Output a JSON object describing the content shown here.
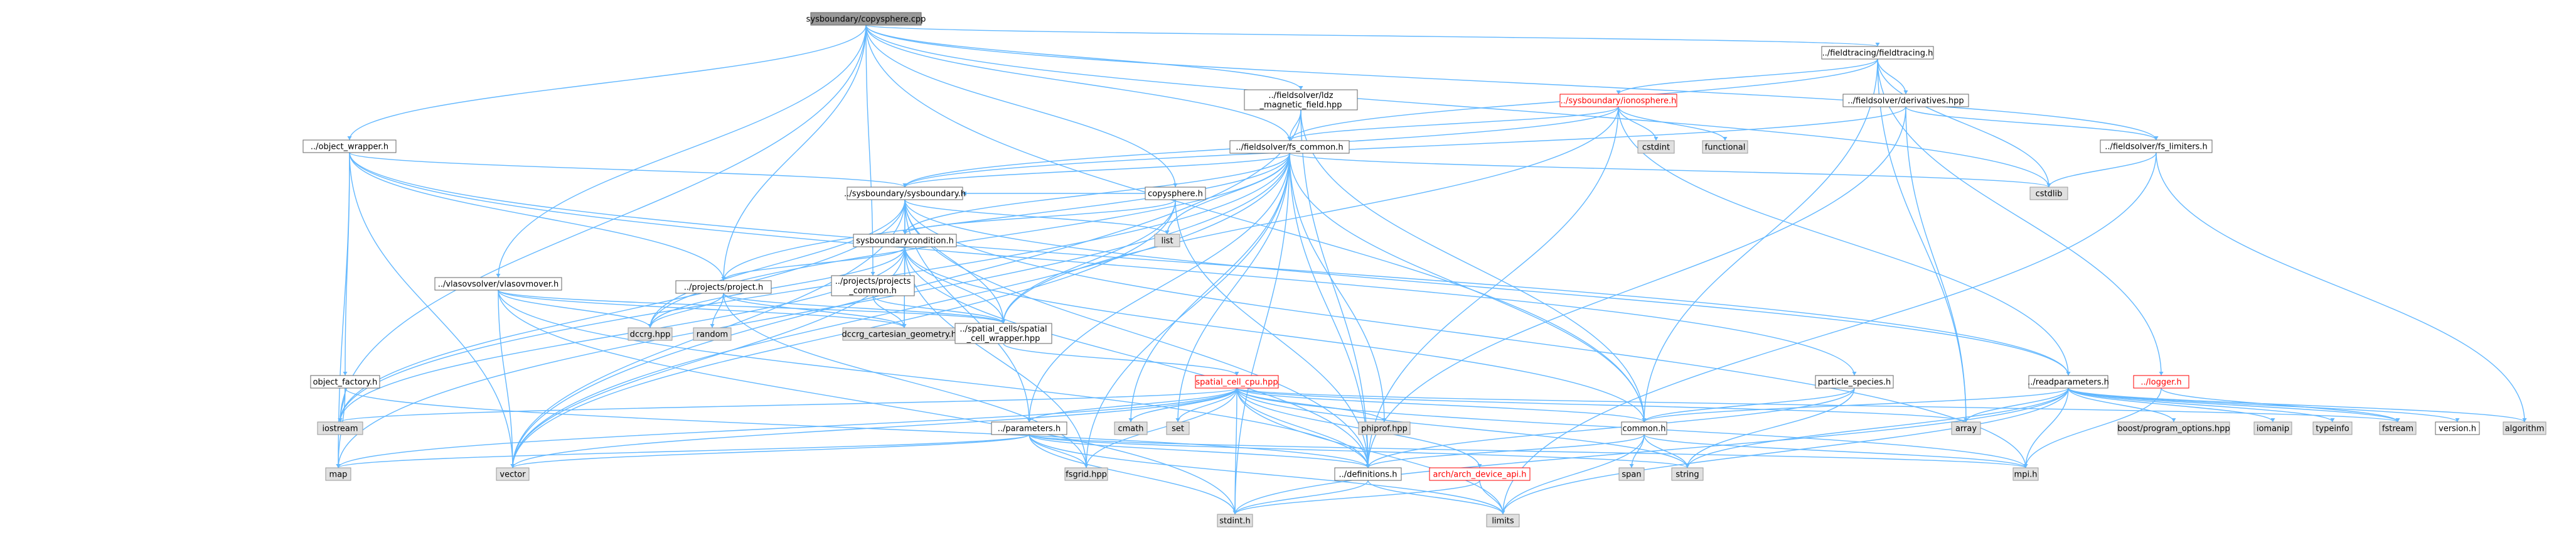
{
  "colors": {
    "edge": "#63b8ff",
    "root_fill": "#999999",
    "system_fill": "#e0e0e0",
    "file_fill": "#ffffff",
    "incomplete_border": "#ff0000"
  },
  "nodes": [
    {
      "id": "root",
      "lines": [
        "sysboundary/copysphere.cpp"
      ],
      "kind": "root"
    },
    {
      "id": "fieldtracing",
      "lines": [
        "../fieldtracing/fieldtracing.h"
      ],
      "kind": "file"
    },
    {
      "id": "ionosphere",
      "lines": [
        "../sysboundary/ionosphere.h"
      ],
      "kind": "red"
    },
    {
      "id": "derivatives",
      "lines": [
        "../fieldsolver/derivatives.hpp"
      ],
      "kind": "file"
    },
    {
      "id": "ldz",
      "lines": [
        "../fieldsolver/ldz",
        "_magnetic_field.hpp"
      ],
      "kind": "file"
    },
    {
      "id": "fs_common",
      "lines": [
        "../fieldsolver/fs_common.h"
      ],
      "kind": "file"
    },
    {
      "id": "fs_limiters",
      "lines": [
        "../fieldsolver/fs_limiters.h"
      ],
      "kind": "file"
    },
    {
      "id": "cstdint",
      "lines": [
        "cstdint"
      ],
      "kind": "sys"
    },
    {
      "id": "functional",
      "lines": [
        "functional"
      ],
      "kind": "sys"
    },
    {
      "id": "cstdlib",
      "lines": [
        "cstdlib"
      ],
      "kind": "sys"
    },
    {
      "id": "object_wrapper",
      "lines": [
        "../object_wrapper.h"
      ],
      "kind": "file"
    },
    {
      "id": "sysboundary",
      "lines": [
        "../sysboundary/sysboundary.h"
      ],
      "kind": "file"
    },
    {
      "id": "copysphere",
      "lines": [
        "copysphere.h"
      ],
      "kind": "file"
    },
    {
      "id": "list",
      "lines": [
        "list"
      ],
      "kind": "sys"
    },
    {
      "id": "sysboundarycondition",
      "lines": [
        "sysboundarycondition.h"
      ],
      "kind": "file"
    },
    {
      "id": "vlasovmover",
      "lines": [
        "../vlasovsolver/vlasovmover.h"
      ],
      "kind": "file"
    },
    {
      "id": "project",
      "lines": [
        "../projects/project.h"
      ],
      "kind": "file"
    },
    {
      "id": "projects_common",
      "lines": [
        "../projects/projects",
        "_common.h"
      ],
      "kind": "file"
    },
    {
      "id": "dccrg",
      "lines": [
        "dccrg.hpp"
      ],
      "kind": "sys"
    },
    {
      "id": "random",
      "lines": [
        "random"
      ],
      "kind": "sys"
    },
    {
      "id": "dccrg_cart",
      "lines": [
        "dccrg_cartesian_geometry.hpp"
      ],
      "kind": "sys"
    },
    {
      "id": "spatial_wrapper",
      "lines": [
        "../spatial_cells/spatial",
        "_cell_wrapper.hpp"
      ],
      "kind": "file"
    },
    {
      "id": "object_factory",
      "lines": [
        "object_factory.h"
      ],
      "kind": "file"
    },
    {
      "id": "iostream",
      "lines": [
        "iostream"
      ],
      "kind": "sys"
    },
    {
      "id": "spatial_cell_cpu",
      "lines": [
        "spatial_cell_cpu.hpp"
      ],
      "kind": "red"
    },
    {
      "id": "particle_species",
      "lines": [
        "particle_species.h"
      ],
      "kind": "file"
    },
    {
      "id": "readparameters",
      "lines": [
        "../readparameters.h"
      ],
      "kind": "file"
    },
    {
      "id": "logger",
      "lines": [
        "../logger.h"
      ],
      "kind": "red"
    },
    {
      "id": "parameters",
      "lines": [
        "../parameters.h"
      ],
      "kind": "file"
    },
    {
      "id": "cmath",
      "lines": [
        "cmath"
      ],
      "kind": "sys"
    },
    {
      "id": "set",
      "lines": [
        "set"
      ],
      "kind": "sys"
    },
    {
      "id": "phiprof",
      "lines": [
        "phiprof.hpp"
      ],
      "kind": "sys"
    },
    {
      "id": "common",
      "lines": [
        "common.h"
      ],
      "kind": "file"
    },
    {
      "id": "array",
      "lines": [
        "array"
      ],
      "kind": "sys"
    },
    {
      "id": "boost_po",
      "lines": [
        "boost/program_options.hpp"
      ],
      "kind": "sys"
    },
    {
      "id": "iomanip",
      "lines": [
        "iomanip"
      ],
      "kind": "sys"
    },
    {
      "id": "typeinfo",
      "lines": [
        "typeinfo"
      ],
      "kind": "sys"
    },
    {
      "id": "fstream",
      "lines": [
        "fstream"
      ],
      "kind": "sys"
    },
    {
      "id": "version",
      "lines": [
        "version.h"
      ],
      "kind": "file"
    },
    {
      "id": "algorithm",
      "lines": [
        "algorithm"
      ],
      "kind": "sys"
    },
    {
      "id": "map",
      "lines": [
        "map"
      ],
      "kind": "sys"
    },
    {
      "id": "vector",
      "lines": [
        "vector"
      ],
      "kind": "sys"
    },
    {
      "id": "fsgrid",
      "lines": [
        "fsgrid.hpp"
      ],
      "kind": "sys"
    },
    {
      "id": "definitions",
      "lines": [
        "../definitions.h"
      ],
      "kind": "file"
    },
    {
      "id": "arch_device",
      "lines": [
        "arch/arch_device_api.h"
      ],
      "kind": "red"
    },
    {
      "id": "span",
      "lines": [
        "span"
      ],
      "kind": "sys"
    },
    {
      "id": "string",
      "lines": [
        "string"
      ],
      "kind": "sys"
    },
    {
      "id": "mpi",
      "lines": [
        "mpi.h"
      ],
      "kind": "sys"
    },
    {
      "id": "stdint",
      "lines": [
        "stdint.h"
      ],
      "kind": "sys"
    },
    {
      "id": "limits",
      "lines": [
        "limits"
      ],
      "kind": "sys"
    }
  ]
}
